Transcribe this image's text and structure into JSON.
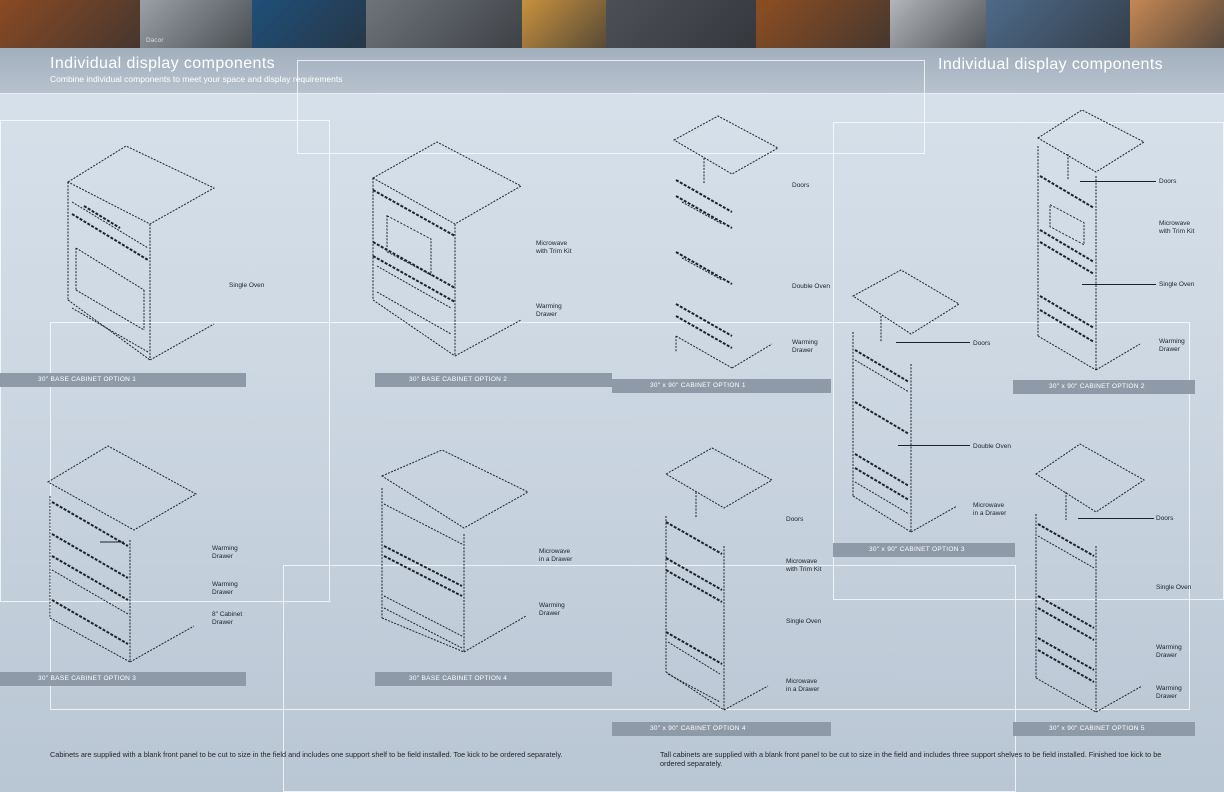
{
  "header": {
    "title_left": "Individual display components",
    "subtitle": "Combine individual components to meet your space and display requirements",
    "title_right": "Individual display components"
  },
  "photos": [
    {
      "icon": "cabinet-photo",
      "color": "#8a4a24"
    },
    {
      "icon": "range-hood-photo",
      "color": "#9aa0a6"
    },
    {
      "icon": "blue-lit-cooktop-photo",
      "color": "#1f4f7a"
    },
    {
      "icon": "gas-burner-photo",
      "color": "#6f747a"
    },
    {
      "icon": "wood-panel-photo",
      "color": "#c8913e"
    },
    {
      "icon": "range-knobs-photo",
      "color": "#4d5056"
    },
    {
      "icon": "wood-cabinet-photo",
      "color": "#8d4e22"
    },
    {
      "icon": "refrigerator-photo",
      "color": "#b2b6ba"
    },
    {
      "icon": "wall-hood-photo",
      "color": "#4e6a8a"
    },
    {
      "icon": "wood-floor-photo",
      "color": "#c58853"
    }
  ],
  "photo_caption": "Dacor",
  "options": {
    "base1": {
      "bar": "30\" BASE CABINET OPTION 1",
      "labels": [
        "Single Oven"
      ]
    },
    "base2": {
      "bar": "30\" BASE CABINET OPTION 2",
      "labels": [
        "Microwave\nwith Trim Kit",
        "Warming\nDrawer"
      ]
    },
    "tall1": {
      "bar": "30\" x 90\" CABINET OPTION 1",
      "labels": [
        "Doors",
        "Double Oven",
        "Warming\nDrawer"
      ]
    },
    "tall2": {
      "bar": "30\" x 90\" CABINET OPTION 2",
      "labels": [
        "Doors",
        "Microwave\nwith Trim Kit",
        "Single Oven",
        "Warming\nDrawer"
      ]
    },
    "tall3": {
      "bar": "30\" x 90\" CABINET OPTION 3",
      "labels": [
        "Doors",
        "Double Oven",
        "Microwave\nin a Drawer"
      ]
    },
    "base3": {
      "bar": "30\" BASE CABINET OPTION 3",
      "labels": [
        "Warming\nDrawer",
        "Warming\nDrawer",
        "8\" Cabinet\nDrawer"
      ]
    },
    "base4": {
      "bar": "30\" BASE CABINET OPTION 4",
      "labels": [
        "Microwave\nin a Drawer",
        "Warming\nDrawer"
      ]
    },
    "tall4": {
      "bar": "30\" x 90\" CABINET OPTION 4",
      "labels": [
        "Doors",
        "Microwave\nwith Trim Kit",
        "Single Oven",
        "Microwave\nin a Drawer"
      ]
    },
    "tall5": {
      "bar": "30\" x 90\" CABINET OPTION 5",
      "labels": [
        "Doors",
        "Single Oven",
        "Warming\nDrawer",
        "Warming\nDrawer"
      ]
    }
  },
  "footer": {
    "left": "Cabinets are supplied with a blank front panel to be cut to size in the field and includes one support shelf to be field installed. Toe kick to be ordered separately.",
    "right": "Tall cabinets are supplied with a blank front panel to be cut to size in the field and includes three support shelves to be field installed. Finished toe kick to be ordered separately."
  }
}
